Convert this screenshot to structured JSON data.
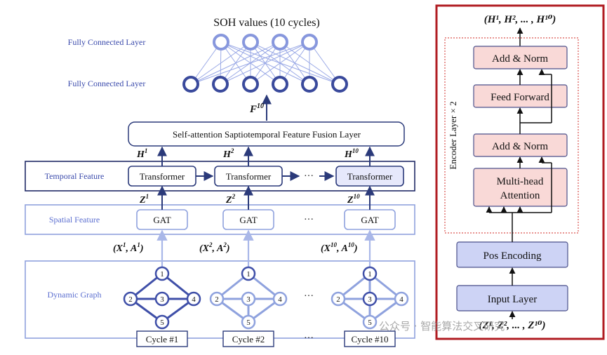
{
  "left": {
    "title": "SOH values (10 cycles)",
    "fc_label_top": "Fully Connected Layer",
    "fc_label_bottom": "Fully Connected Layer",
    "fusion_output": "F",
    "fusion_output_sup": "10",
    "fusion_label": "Self-attention Saptiotemporal Feature Fusion Layer",
    "h_labels": [
      {
        "base": "H",
        "sup": "1"
      },
      {
        "base": "H",
        "sup": "2"
      },
      {
        "base": "H",
        "sup": "10"
      }
    ],
    "temporal_label": "Temporal Feature",
    "transformer_label": "Transformer",
    "ellipsis": "···",
    "z_labels": [
      {
        "base": "Z",
        "sup": "1"
      },
      {
        "base": "Z",
        "sup": "2"
      },
      {
        "base": "Z",
        "sup": "10"
      }
    ],
    "spatial_label": "Spatial Feature",
    "gat_label": "GAT",
    "xa_labels": [
      {
        "x_sup": "1",
        "a_sup": "1"
      },
      {
        "x_sup": "2",
        "a_sup": "2"
      },
      {
        "x_sup": "10",
        "a_sup": "10"
      }
    ],
    "dynamic_label": "Dynamic Graph",
    "node_labels": [
      "1",
      "2",
      "3",
      "4",
      "5"
    ],
    "cycles": [
      "Cycle #1",
      "Cycle #2",
      "Cycle #10"
    ]
  },
  "right": {
    "title": "(H¹, H², ... , H¹⁰)",
    "encoder_label": "Encoder Layer × 2",
    "add_norm_top": "Add & Norm",
    "feed_forward": "Feed Forward",
    "add_norm_bottom": "Add & Norm",
    "multihead_line1": "Multi-head",
    "multihead_line2": "Attention",
    "pos_encoding": "Pos Encoding",
    "input_layer": "Input Layer",
    "input": "(Z¹, Z², ... , Z¹⁰)"
  },
  "watermark": "公众号 · 智能算法交叉研究",
  "colors": {
    "navy": "#2b3a7a",
    "node_blue": "#3a4a9c",
    "light_blue": "#8fa2de",
    "box_fill_blue": "#cdd3f5",
    "box_fill_pink": "#f9d9d7",
    "red_border": "#b01c22",
    "label_blue": "#3949ab"
  }
}
